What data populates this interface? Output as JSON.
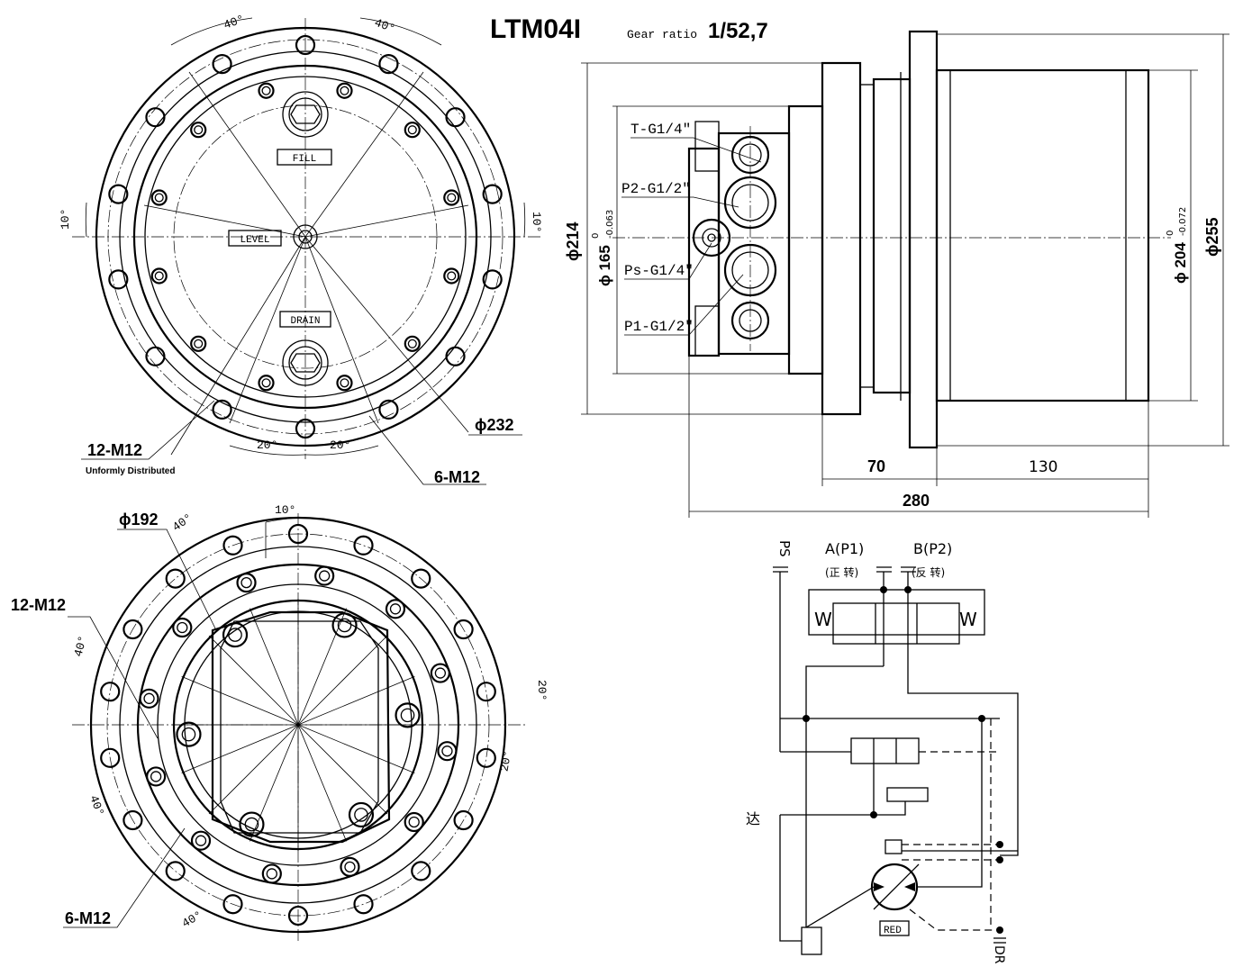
{
  "header": {
    "model": "LTM04I",
    "gear_ratio_label": "Gear ratio",
    "gear_ratio": "1/52,7"
  },
  "top_view": {
    "angle_top_left": "40°",
    "angle_top_right": "40°",
    "angle_left": "10°",
    "angle_right": "10°",
    "angle_bottom_left": "20°",
    "angle_bottom_right": "20°",
    "fill_label": "FILL",
    "level_label": "LEVEL",
    "drain_label": "DRAIN",
    "dia_232": "ϕ232",
    "bolts_12": "12-M12",
    "bolts_12_note": "Unformly Distributed",
    "bolts_6": "6-M12"
  },
  "bottom_view": {
    "dia_192": "ϕ192",
    "bolts_12": "12-M12",
    "bolts_6": "6-M12",
    "angle_top": "10°",
    "angle_top_left": "40°",
    "angle_left": "40°",
    "angle_right_top": "20°",
    "angle_right_bottom": "20°",
    "angle_bottom_left": "40°",
    "angle_bottom": "40°"
  },
  "side_view": {
    "dia_214": "ϕ214",
    "dia_165": "ϕ 165",
    "tol_165_upper": "0",
    "tol_165_lower": "-0.063",
    "dia_204": "ϕ 204",
    "tol_204_upper": "0",
    "tol_204_lower": "-0.072",
    "dia_255": "ϕ255",
    "port_t": "T-G1/4\"",
    "port_p2": "P2-G1/2\"",
    "port_ps": "Ps-G1/4\"",
    "port_p1": "P1-G1/2\"",
    "dim_70": "70",
    "dim_130": "130",
    "dim_280": "280"
  },
  "schematic": {
    "ps": "PS",
    "a_p1": "A(P1)",
    "forward": "(正 转)",
    "b_p2": "B(P2)",
    "reverse": "(反 转)",
    "side_char": "达",
    "red": "RED",
    "dr": "DR"
  }
}
